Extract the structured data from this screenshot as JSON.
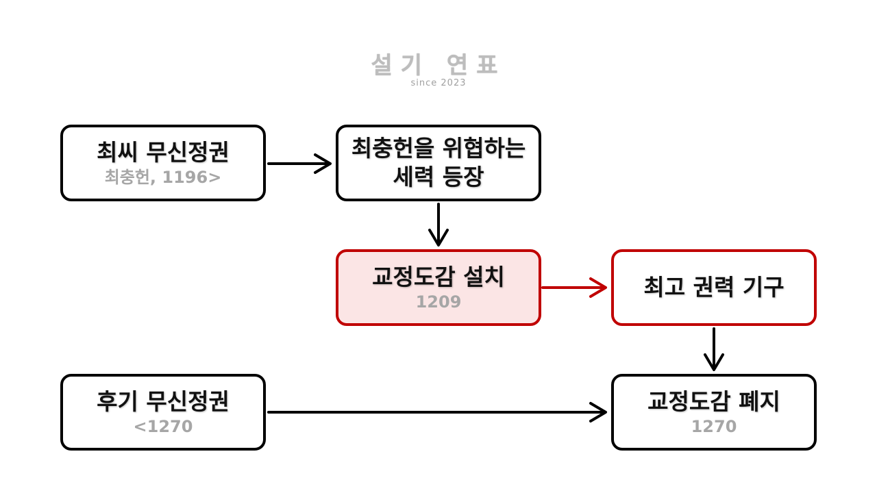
{
  "logo": {
    "title": "설기 연표",
    "subtitle": "since 2023"
  },
  "boxes": {
    "choe_regime": {
      "title": "최씨 무신정권",
      "sub": "최충헌, 1196>"
    },
    "threat": {
      "line1": "최충헌을 위협하는",
      "line2": "세력 등장"
    },
    "gyojeong_setup": {
      "title": "교정도감 설치",
      "sub": "1209"
    },
    "supreme_organ": {
      "title": "최고 권력 기구"
    },
    "late_regime": {
      "title": "후기 무신정권",
      "sub": "<1270"
    },
    "gyojeong_abolish": {
      "title": "교정도감 폐지",
      "sub": "1270"
    }
  },
  "colors": {
    "black": "#000000",
    "red": "#c00000",
    "pink_fill": "#fbe5e5",
    "gray_text": "#a6a6a6"
  }
}
